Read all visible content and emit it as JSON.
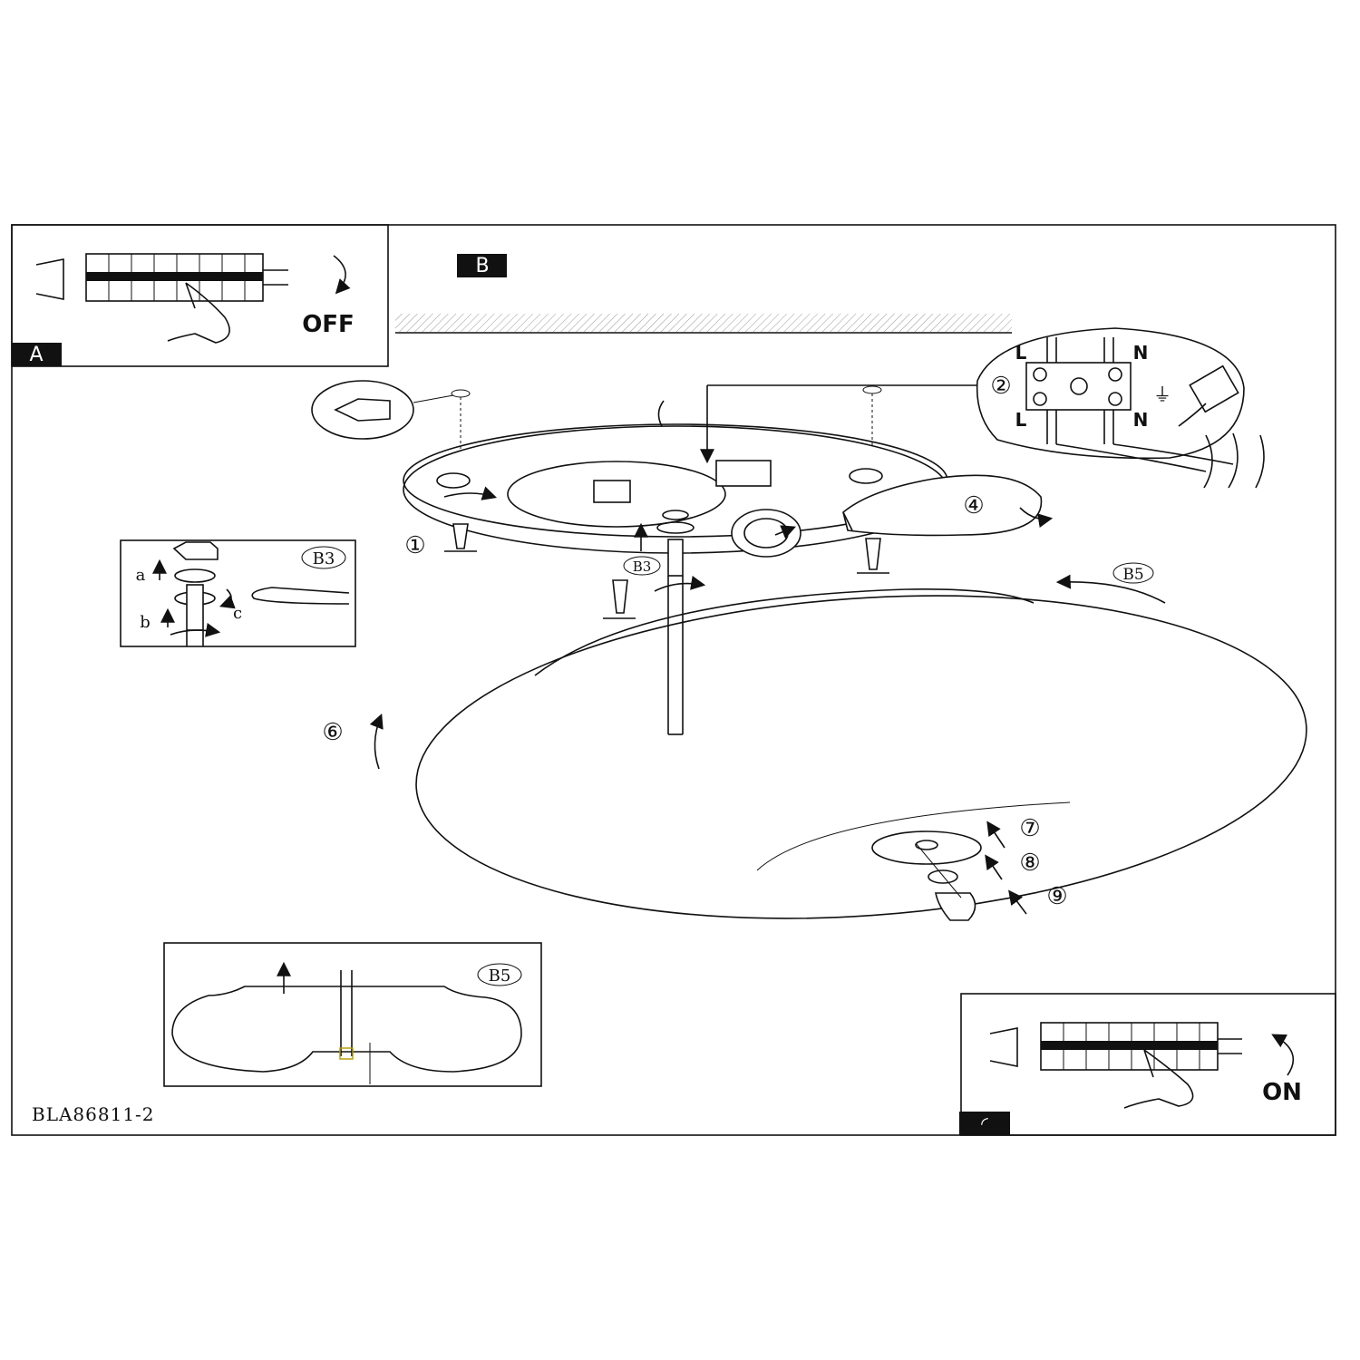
{
  "panels": {
    "a": {
      "tag": "A",
      "action": "OFF"
    },
    "b": {
      "tag": "B"
    },
    "c": {
      "tag": "◜",
      "action": "ON"
    }
  },
  "steps": [
    "①",
    "②",
    "④",
    "⑥",
    "⑦",
    "⑧",
    "⑨"
  ],
  "callouts": {
    "b3": "B3",
    "b5": "B5"
  },
  "b3_letters": [
    "a",
    "b",
    "c"
  ],
  "wiring": {
    "live": "L",
    "neutral": "N",
    "earth_symbol": "⏚"
  },
  "model_code": "BLA86811-2"
}
